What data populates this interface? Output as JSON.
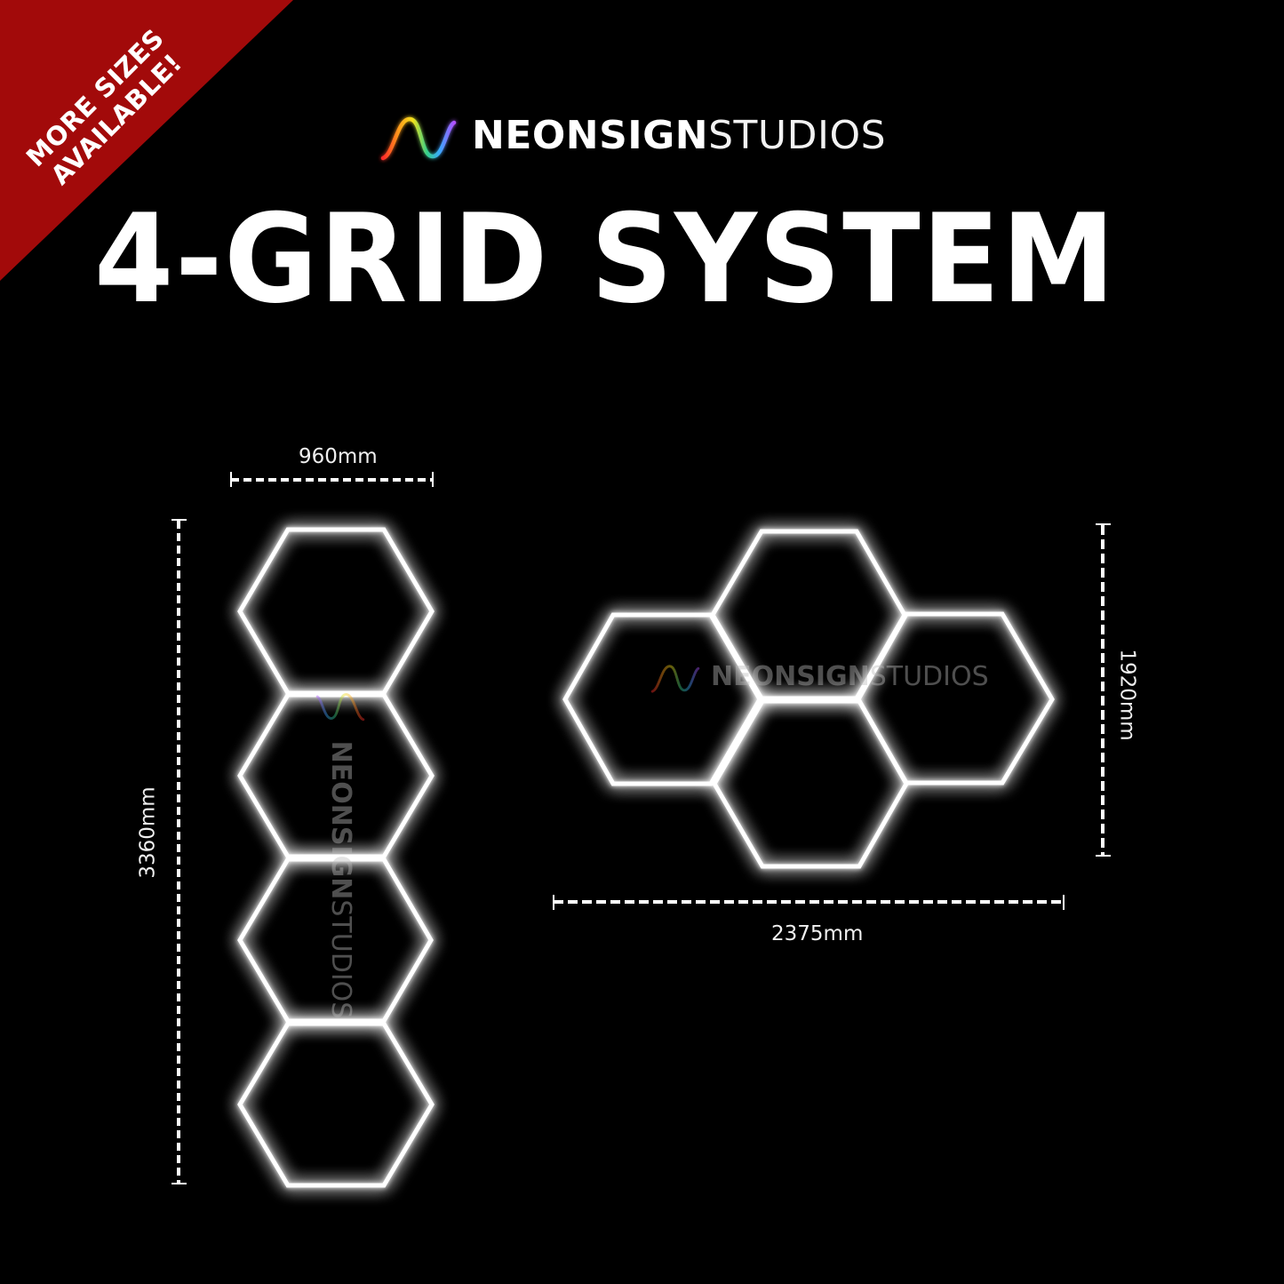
{
  "banner": {
    "line1": "MORE SIZES",
    "line2": "AVAILABLE!",
    "color": "#a20a0a"
  },
  "brand": {
    "bold": "NEONSIGN",
    "light": "STUDIOS",
    "icon": "rainbow-wave-icon"
  },
  "title": "4-GRID SYSTEM",
  "vertical_layout": {
    "width_label": "960mm",
    "height_label": "3360mm",
    "hexagon_count": 4
  },
  "horizontal_layout": {
    "width_label": "2375mm",
    "height_label": "1920mm",
    "hexagon_count": 4
  },
  "watermark": {
    "bold": "NEONSIGN",
    "light": "STUDIOS"
  },
  "colors": {
    "background": "#000000",
    "banner": "#a20a0a",
    "neon": "#ffffff"
  }
}
